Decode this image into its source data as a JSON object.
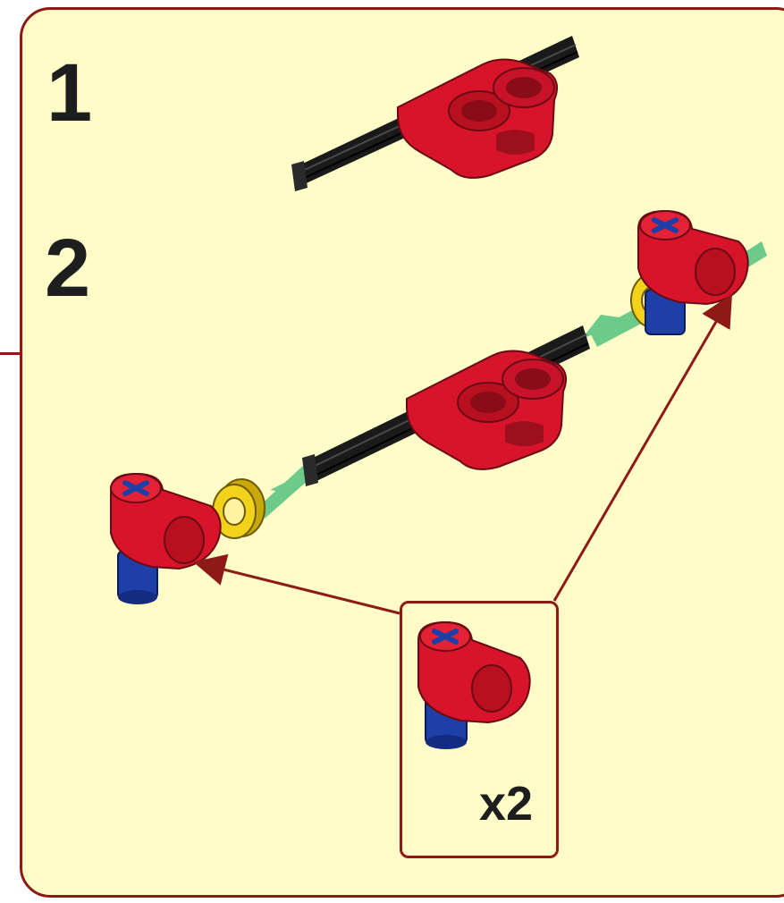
{
  "steps": [
    {
      "number": "1"
    },
    {
      "number": "2"
    }
  ],
  "callout": {
    "quantity": "x2"
  },
  "parts": {
    "axle": "axle",
    "beam": "double-pin-beam",
    "connector": "axle-pin-connector",
    "bush": "half-bush"
  },
  "colors": {
    "background": "#fffcc8",
    "border": "#8e1a18",
    "red_part": "#d7142a",
    "red_dark": "#9e0f1e",
    "black_axle": "#1a1a1a",
    "blue_pin": "#1f3fa8",
    "yellow_bush": "#f2d21a",
    "green_guide": "#6ccb8a"
  }
}
